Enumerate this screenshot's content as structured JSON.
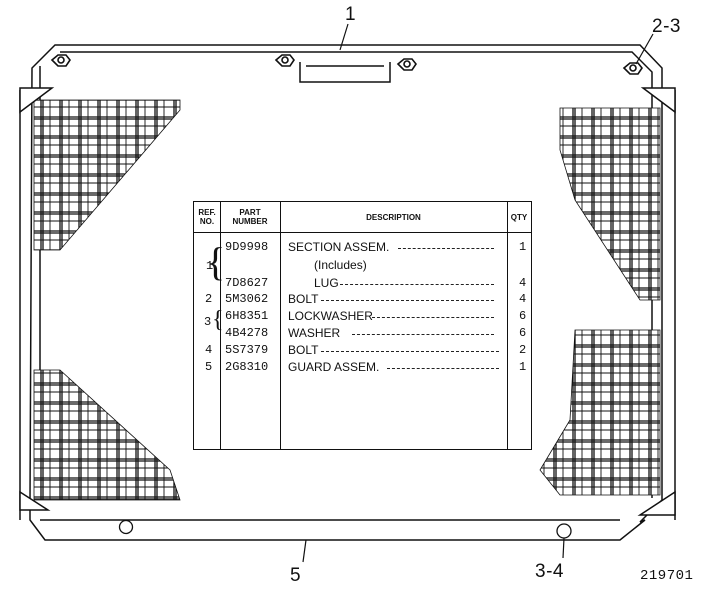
{
  "callouts": {
    "c1": "1",
    "c23": "2-3",
    "c34": "3-4",
    "c5": "5",
    "figure_number": "219701"
  },
  "table": {
    "headers": {
      "ref_line1": "REF.",
      "ref_line2": "NO.",
      "part_line1": "PART",
      "part_line2": "NUMBER",
      "description": "DESCRIPTION",
      "qty": "QTY"
    },
    "rows": [
      {
        "ref": "",
        "part": "9D9998",
        "desc": "SECTION ASSEM.",
        "qty": "1"
      },
      {
        "ref": "",
        "part": "",
        "desc": "(Includes)",
        "qty": ""
      },
      {
        "ref": "",
        "part": "7D8627",
        "desc": "LUG",
        "qty": "4"
      },
      {
        "ref": "2",
        "part": "5M3062",
        "desc": "BOLT",
        "qty": "4"
      },
      {
        "ref": "",
        "part": "6H8351",
        "desc": "LOCKWASHER",
        "qty": "6"
      },
      {
        "ref": "",
        "part": "4B4278",
        "desc": "WASHER",
        "qty": "6"
      },
      {
        "ref": "4",
        "part": "5S7379",
        "desc": "BOLT",
        "qty": "2"
      },
      {
        "ref": "5",
        "part": "2G8310",
        "desc": "GUARD ASSEM.",
        "qty": "1"
      }
    ],
    "brace_refs": {
      "group1": "1",
      "group3": "3"
    }
  }
}
